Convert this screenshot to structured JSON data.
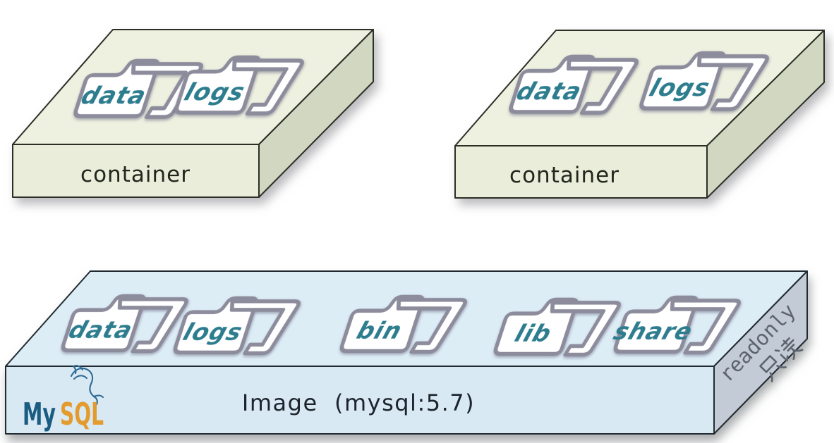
{
  "containers": [
    {
      "label": "container",
      "folders": [
        "data",
        "logs"
      ]
    },
    {
      "label": "container",
      "folders": [
        "data",
        "logs"
      ]
    }
  ],
  "image_box": {
    "label": "Image  (mysql:5.7)",
    "folders": [
      "data",
      "logs",
      "bin",
      "lib",
      "share"
    ],
    "side_label_en": "readonly",
    "side_label_zh": "只读",
    "logo_my": "My",
    "logo_sql": "SQL"
  },
  "colors": {
    "container_top": "#eef0e0",
    "container_front": "#e9edd9",
    "container_side": "#d2d7c2",
    "image_top": "#ddedf6",
    "image_front": "#d8e9f3",
    "image_side": "#c3ccd6",
    "folder_outline": "#8c8c9c",
    "folder_fill": "#ffffff",
    "folder_label": "#2d7d8f",
    "box_label": "#23261d",
    "image_label": "#1c232b",
    "logo_blue": "#1a5c82",
    "logo_orange": "#e39b2d",
    "readonly_text": "#5d646e"
  }
}
